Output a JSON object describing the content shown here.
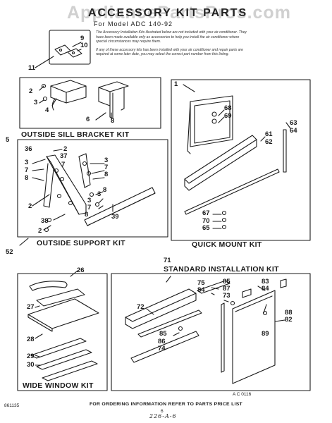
{
  "watermark": "AppliancePartsPros.com",
  "header": {
    "title": "ACCESSORY KIT PARTS",
    "model": "For Model  ADC 140-92",
    "intro_1": "The Accessory Installation Kits illustrated below are not included with your air conditioner. They have been made available only as accessories to help you install the air conditioner where special circumstances may require them.",
    "intro_2": "If any of these accessory kits has been installed with your air conditioner and repair parts are required at some later date, you may select the correct part number from this listing."
  },
  "kits": {
    "outside_sill": "OUTSIDE SILL BRACKET KIT",
    "outside_support": "OUTSIDE SUPPORT KIT",
    "quick_mount": "QUICK MOUNT KIT",
    "standard": "STANDARD INSTALLATION KIT",
    "wide_window": "WIDE WINDOW KIT"
  },
  "callouts": {
    "c9": "9",
    "c10": "10",
    "c11": "11",
    "c2a": "2",
    "c3a": "3",
    "c4": "4",
    "c6": "6",
    "c8a": "8",
    "c5": "5",
    "c1": "1",
    "c68": "68",
    "c69": "69",
    "c63": "63",
    "c64": "64",
    "c61": "61",
    "c62": "62",
    "c67": "67",
    "c70": "70",
    "c65": "65",
    "c36": "36",
    "c3b": "3",
    "c7a": "7",
    "c8b": "8",
    "c2b": "2",
    "c37": "37",
    "c7b": "7",
    "c3c": "3",
    "c8c": "8",
    "c3d": "3",
    "c7c": "7",
    "c8d": "8",
    "c2c": "2",
    "c38": "38",
    "c2d": "2",
    "c39": "39",
    "c3e": "3",
    "c7d": "7",
    "c8e": "8",
    "c52": "52",
    "c71": "71",
    "c26": "26",
    "c27": "27",
    "c28": "28",
    "c29": "29",
    "c30": "30",
    "c72": "72",
    "c75": "75",
    "c84a": "84",
    "c85a": "85",
    "c87": "87",
    "c73": "73",
    "c83": "83",
    "c84b": "84",
    "c88": "88",
    "c82": "82",
    "c89": "89",
    "c85b": "85",
    "c86": "86",
    "c74": "74"
  },
  "diagram_code": "A C  0116",
  "print_code": "861135",
  "footer": "FOR ORDERING INFORMATION REFER TO PARTS PRICE LIST",
  "page_number": "6",
  "handwritten": "226-A-6"
}
